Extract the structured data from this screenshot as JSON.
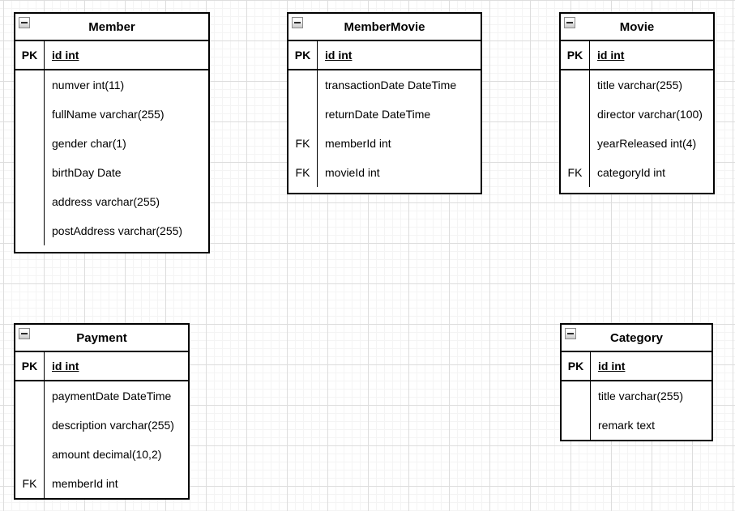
{
  "canvas": {
    "background": "#ffffff",
    "grid_minor_color": "#f4f4f4",
    "grid_major_color": "#dddddd",
    "border_color": "#000000",
    "text_color": "#000000"
  },
  "ui": {
    "collapse_icon": "minus-icon"
  },
  "tables": [
    {
      "title": "Member",
      "pk_label": "PK",
      "pk_field": "id int",
      "rows": [
        {
          "key": "",
          "field": "numver int(11)"
        },
        {
          "key": "",
          "field": "fullName varchar(255)"
        },
        {
          "key": "",
          "field": "gender char(1)"
        },
        {
          "key": "",
          "field": "birthDay Date"
        },
        {
          "key": "",
          "field": "address varchar(255)"
        },
        {
          "key": "",
          "field": "postAddress varchar(255)"
        }
      ]
    },
    {
      "title": "MemberMovie",
      "pk_label": "PK",
      "pk_field": "id int",
      "rows": [
        {
          "key": "",
          "field": "transactionDate DateTime"
        },
        {
          "key": "",
          "field": "returnDate DateTime"
        },
        {
          "key": "FK",
          "field": "memberId int"
        },
        {
          "key": "FK",
          "field": "movieId int"
        }
      ]
    },
    {
      "title": "Movie",
      "pk_label": "PK",
      "pk_field": "id int",
      "rows": [
        {
          "key": "",
          "field": "title varchar(255)"
        },
        {
          "key": "",
          "field": "director varchar(100)"
        },
        {
          "key": "",
          "field": "yearReleased int(4)"
        },
        {
          "key": "FK",
          "field": "categoryId int"
        }
      ]
    },
    {
      "title": "Payment",
      "pk_label": "PK",
      "pk_field": "id int",
      "rows": [
        {
          "key": "",
          "field": "paymentDate DateTime"
        },
        {
          "key": "",
          "field": "description varchar(255)"
        },
        {
          "key": "",
          "field": "amount decimal(10,2)"
        },
        {
          "key": "FK",
          "field": "memberId int"
        }
      ]
    },
    {
      "title": "Category",
      "pk_label": "PK",
      "pk_field": "id int",
      "rows": [
        {
          "key": "",
          "field": "title varchar(255)"
        },
        {
          "key": "",
          "field": "remark text"
        }
      ]
    }
  ]
}
